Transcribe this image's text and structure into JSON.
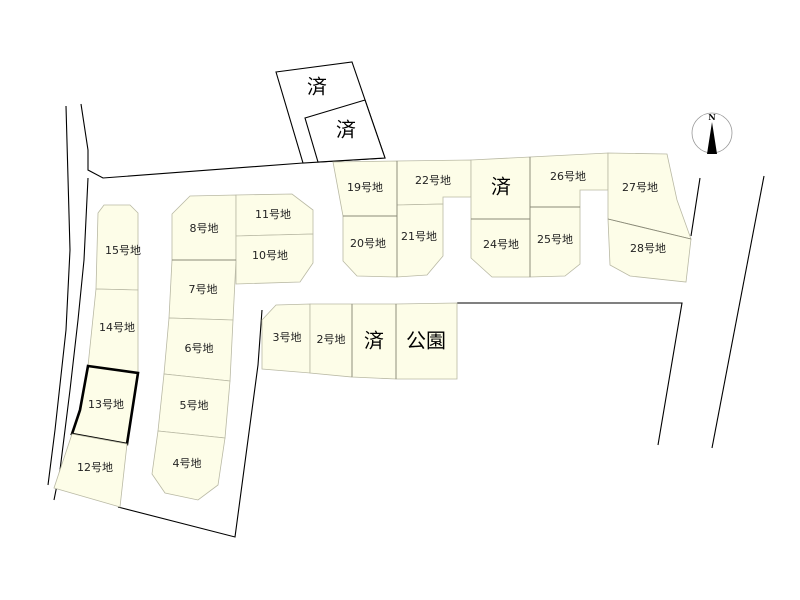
{
  "map": {
    "compass": {
      "label": "N"
    },
    "colors": {
      "lot_fill": "#fdfde8",
      "lot_border": "#b9b9a4",
      "road_line": "#000000",
      "selected_border": "#000000"
    },
    "selected_lot": "13号地",
    "lots": [
      {
        "id": "lot-2",
        "label": "2号地"
      },
      {
        "id": "lot-3",
        "label": "3号地"
      },
      {
        "id": "lot-4",
        "label": "4号地"
      },
      {
        "id": "lot-5",
        "label": "5号地"
      },
      {
        "id": "lot-6",
        "label": "6号地"
      },
      {
        "id": "lot-7",
        "label": "7号地"
      },
      {
        "id": "lot-8",
        "label": "8号地"
      },
      {
        "id": "lot-10",
        "label": "10号地"
      },
      {
        "id": "lot-11",
        "label": "11号地"
      },
      {
        "id": "lot-12",
        "label": "12号地"
      },
      {
        "id": "lot-13",
        "label": "13号地"
      },
      {
        "id": "lot-14",
        "label": "14号地"
      },
      {
        "id": "lot-15",
        "label": "15号地"
      },
      {
        "id": "lot-19",
        "label": "19号地"
      },
      {
        "id": "lot-20",
        "label": "20号地"
      },
      {
        "id": "lot-21",
        "label": "21号地"
      },
      {
        "id": "lot-22",
        "label": "22号地"
      },
      {
        "id": "lot-24",
        "label": "24号地"
      },
      {
        "id": "lot-25",
        "label": "25号地"
      },
      {
        "id": "lot-26",
        "label": "26号地"
      },
      {
        "id": "lot-27",
        "label": "27号地"
      },
      {
        "id": "lot-28",
        "label": "28号地"
      }
    ],
    "sold_label": "済",
    "park_label": "公園"
  }
}
